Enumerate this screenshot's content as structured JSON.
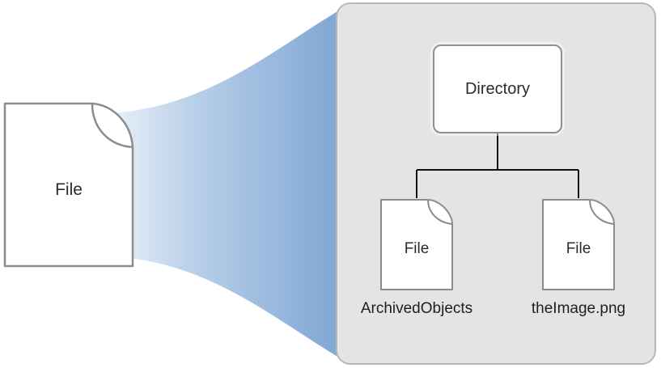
{
  "diagram": {
    "source_file": {
      "label": "File"
    },
    "panel": {
      "directory": {
        "label": "Directory"
      },
      "files": [
        {
          "label": "File",
          "caption": "ArchivedObjects"
        },
        {
          "label": "File",
          "caption": "theImage.png"
        }
      ]
    },
    "colors": {
      "funnel_start": "#ffffff",
      "funnel_mid": "#b8cfe9",
      "funnel_end": "#7ea5d3",
      "panel_fill": "#e4e4e3",
      "panel_border": "#b7b7b7",
      "box_border": "#8f8f8f",
      "icon_stroke": "#8c8c8c",
      "connector_line": "#111111"
    }
  }
}
